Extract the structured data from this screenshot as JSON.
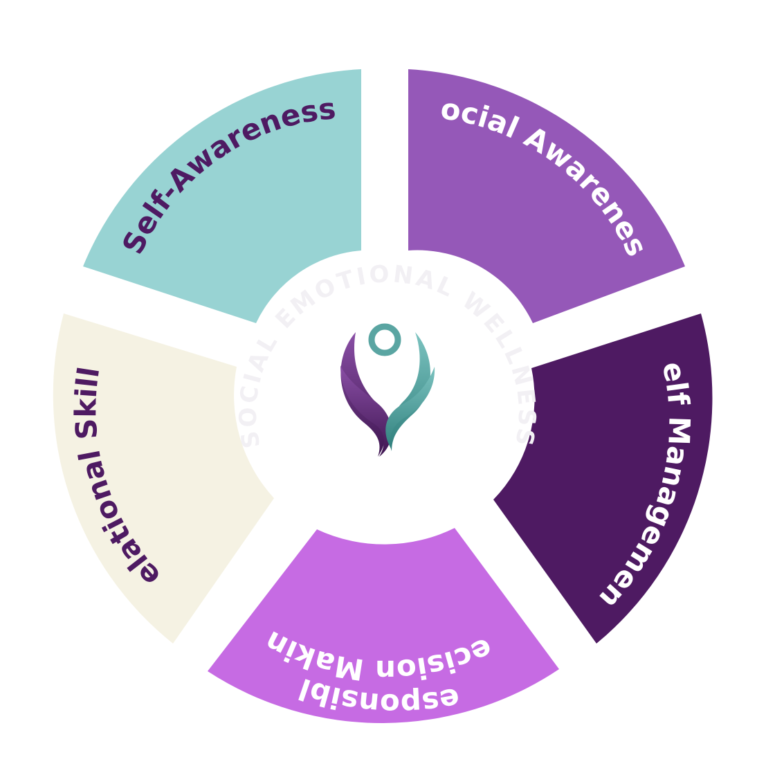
{
  "center_ring_text": "SOCIAL EMOTIONAL WELLNESS",
  "segments": [
    {
      "id": "self-awareness",
      "label": "Self-Awareness",
      "fill": "#98d3d3",
      "text_color": "#4e1a62"
    },
    {
      "id": "social-awareness",
      "label": "Social Awareness",
      "fill": "#9558b8",
      "text_color": "#ffffff"
    },
    {
      "id": "self-management",
      "label": "Self Management",
      "fill": "#4e1a62",
      "text_color": "#ffffff"
    },
    {
      "id": "responsible-decision-making",
      "label": "Responsible",
      "label2": "Decision Making",
      "fill": "#c66be3",
      "text_color": "#ffffff"
    },
    {
      "id": "relational-skills",
      "label": "Relational Skills",
      "fill": "#f5f2e3",
      "text_color": "#4e1a62"
    }
  ],
  "logo": {
    "icon": "sprouting-person-logo",
    "colors": {
      "purple": "#6a3585",
      "teal": "#5aa5a2"
    }
  }
}
